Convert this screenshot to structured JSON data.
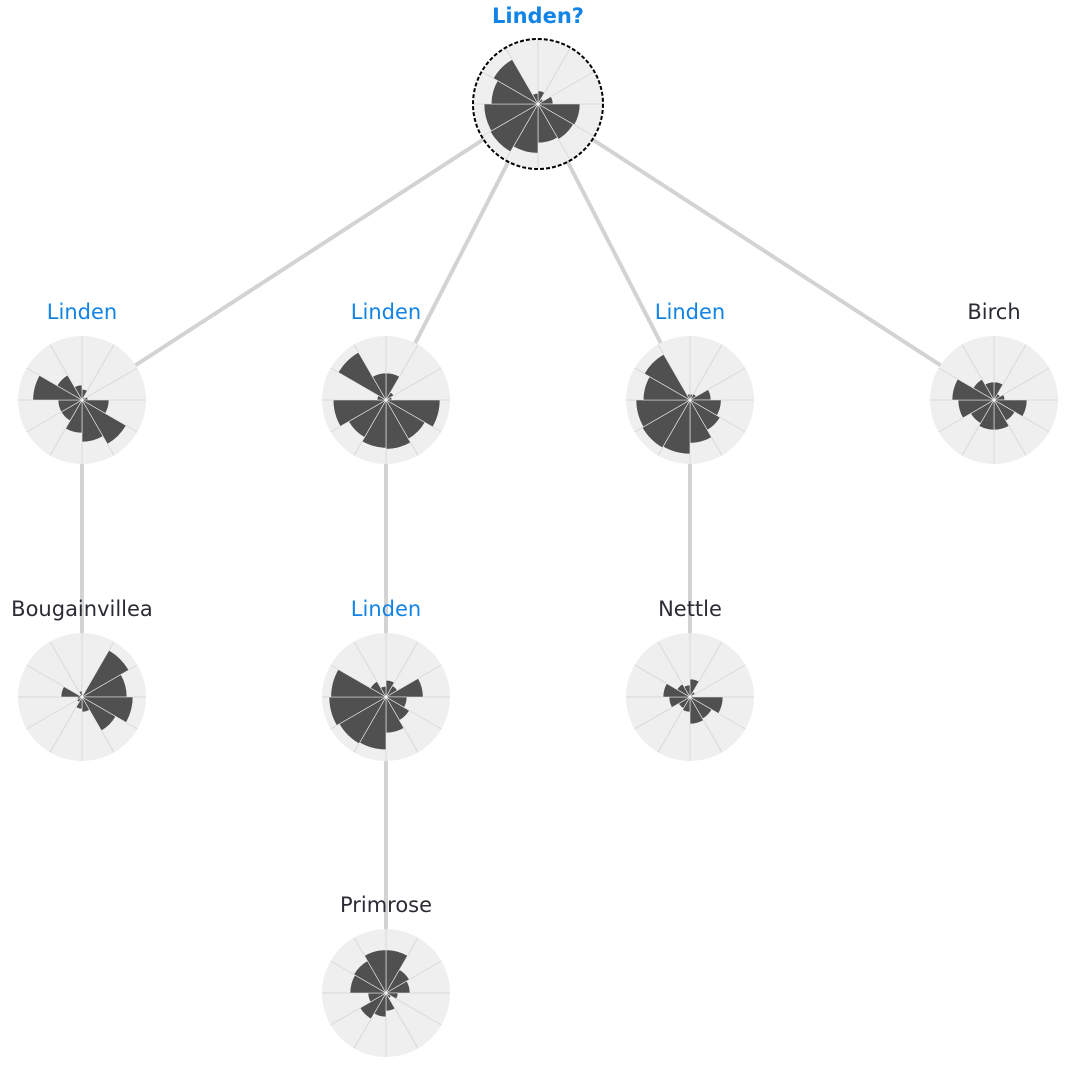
{
  "colors": {
    "match": "#1284e6",
    "other": "#2b2b33",
    "edge": "#d3d3d3",
    "disc": "#efefef",
    "spoke": "#d9d9d9",
    "wedge": "#505050",
    "ring": "#000000"
  },
  "nodes": [
    {
      "id": "root",
      "label": "Linden?",
      "match": true,
      "root": true,
      "parent": null,
      "values": [
        0.22,
        0.1,
        0.25,
        0.7,
        0.68,
        0.65,
        0.82,
        0.92,
        0.9,
        0.78,
        0.86,
        0.18
      ]
    },
    {
      "id": "c1",
      "label": "Linden",
      "match": true,
      "root": false,
      "parent": "root",
      "values": [
        0.18,
        0.06,
        0.1,
        0.45,
        0.85,
        0.7,
        0.55,
        0.4,
        0.4,
        0.82,
        0.48,
        0.25
      ]
    },
    {
      "id": "c2",
      "label": "Linden",
      "match": true,
      "root": false,
      "parent": "root",
      "values": [
        0.45,
        0.15,
        0.1,
        0.9,
        0.75,
        0.82,
        0.8,
        0.72,
        0.88,
        0.15,
        0.92,
        0.45
      ]
    },
    {
      "id": "c3",
      "label": "Linden",
      "match": true,
      "root": false,
      "parent": "root",
      "values": [
        0.1,
        0.12,
        0.35,
        0.52,
        0.58,
        0.72,
        0.9,
        0.92,
        0.9,
        0.78,
        0.88,
        0.1
      ]
    },
    {
      "id": "c4",
      "label": "Birch",
      "match": false,
      "root": false,
      "parent": "root",
      "values": [
        0.3,
        0.12,
        0.18,
        0.55,
        0.4,
        0.5,
        0.5,
        0.45,
        0.6,
        0.7,
        0.4,
        0.3
      ]
    },
    {
      "id": "g1",
      "label": "Bougainvillea",
      "match": false,
      "root": false,
      "parent": "c1",
      "values": [
        0.05,
        0.9,
        0.75,
        0.85,
        0.65,
        0.25,
        0.2,
        0.1,
        0.08,
        0.35,
        0.05,
        0.1
      ]
    },
    {
      "id": "g2",
      "label": "Linden",
      "match": true,
      "root": false,
      "parent": "c2",
      "values": [
        0.28,
        0.22,
        0.62,
        0.35,
        0.45,
        0.6,
        0.88,
        0.9,
        0.95,
        0.92,
        0.3,
        0.18
      ]
    },
    {
      "id": "g3",
      "label": "Nettle",
      "match": false,
      "root": false,
      "parent": "c3",
      "values": [
        0.3,
        0.1,
        0.05,
        0.55,
        0.42,
        0.45,
        0.25,
        0.22,
        0.35,
        0.45,
        0.25,
        0.2
      ]
    },
    {
      "id": "gg1",
      "label": "Primrose",
      "match": false,
      "root": false,
      "parent": "g2",
      "values": [
        0.72,
        0.45,
        0.4,
        0.2,
        0.1,
        0.3,
        0.4,
        0.5,
        0.3,
        0.6,
        0.62,
        0.72
      ]
    }
  ]
}
